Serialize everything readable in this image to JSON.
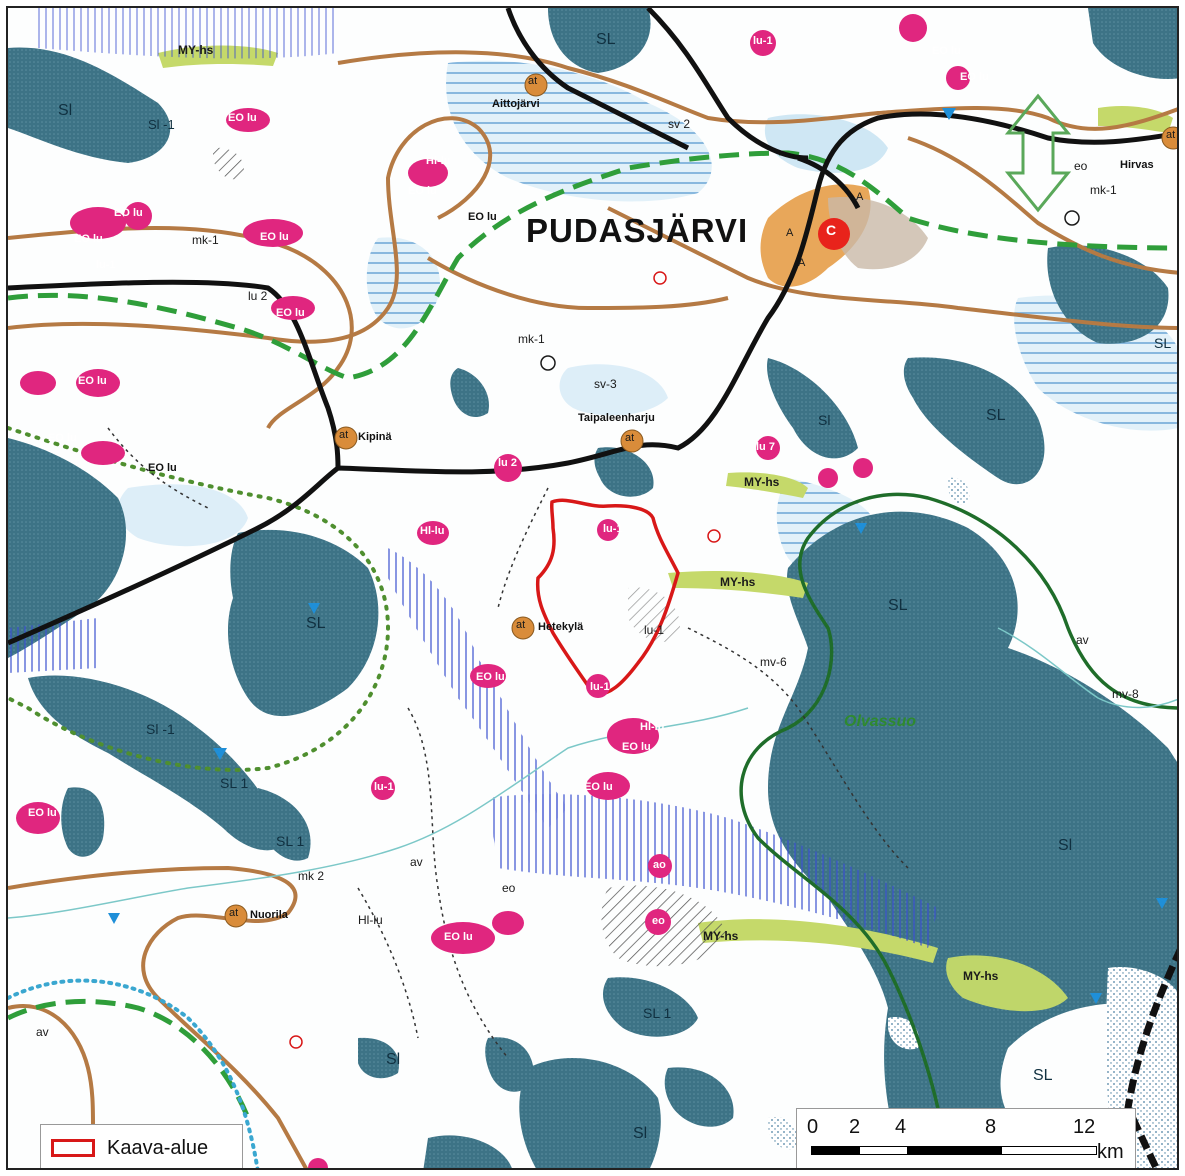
{
  "map": {
    "town_name": "PUDASJÄRVI",
    "villages": [
      "Aittojärvi",
      "Kipinä",
      "Taipaleenharju",
      "Hetekylä",
      "Nuorila",
      "Hirvas"
    ],
    "olvassuo": "Olvassuo",
    "centre_symbol": "C",
    "codes": {
      "sl": "SL",
      "sl1": "SL 1",
      "sl2": "Sl",
      "sl3": "Sl -1",
      "eolu": "EO lu",
      "eo": "eo",
      "lu1": "lu-1",
      "lu2": "lu 2",
      "lu7": "lu 7",
      "mk1": "mk-1",
      "mk2": "mk 2",
      "mv6": "mv-6",
      "mv8": "mv-8",
      "sv2": "sv 2",
      "sv3": "sv-3",
      "mvhs": "MY-hs",
      "av": "av",
      "at": "at",
      "a": "A",
      "ao": "ao",
      "hlu": "Hl-lu"
    }
  },
  "legend": {
    "label": "Kaava-alue",
    "outline_color": "#d81818"
  },
  "scale": {
    "ticks": [
      "0",
      "2",
      "4",
      "8",
      "12"
    ],
    "unit": "km"
  },
  "colors": {
    "forest_teal": "#3d7386",
    "light_blue": "#d7ecf6",
    "hatch_blue": "#7fb2dc",
    "road_black": "#111111",
    "brown_line": "#b57a44",
    "green_dash": "#2f9e3a",
    "dark_green": "#1f6d2a",
    "magenta": "#e0267f",
    "orange_dot": "#d98c3a",
    "yellow_green": "#c5d96a",
    "plan_red": "#d81818"
  }
}
